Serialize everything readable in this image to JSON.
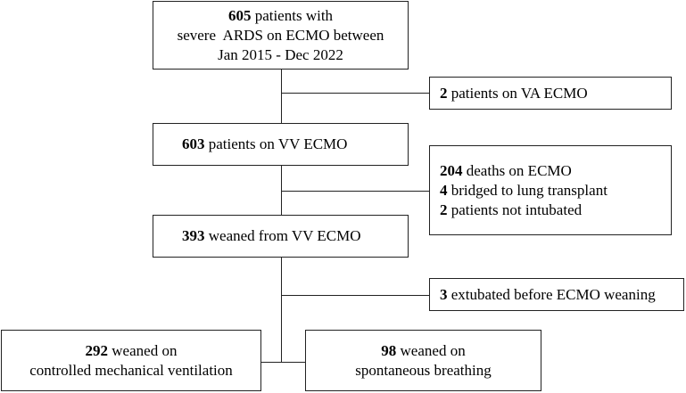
{
  "boxes": {
    "screened": {
      "count": "605",
      "lines": [
        "patients with",
        "severe  ARDS on ECMO between",
        "Jan 2015 - Dec 2022"
      ]
    },
    "excluded_va": {
      "count": "2",
      "text": "patients on VA ECMO"
    },
    "vv_ecmo": {
      "count": "603",
      "text": "patients on VV ECMO"
    },
    "excluded_outcomes": {
      "items": [
        {
          "count": "204",
          "text": "deaths on ECMO"
        },
        {
          "count": "4",
          "text": "bridged to lung transplant"
        },
        {
          "count": "2",
          "text": "patients not intubated"
        }
      ]
    },
    "weaned": {
      "count": "393",
      "text": "weaned from VV ECMO"
    },
    "excluded_extubated": {
      "count": "3",
      "text": "extubated before ECMO weaning"
    },
    "controlled": {
      "count": "292",
      "line1": "weaned on",
      "line2": "controlled mechanical ventilation"
    },
    "spontaneous": {
      "count": "98",
      "line1": "weaned on",
      "line2": "spontaneous breathing"
    }
  }
}
